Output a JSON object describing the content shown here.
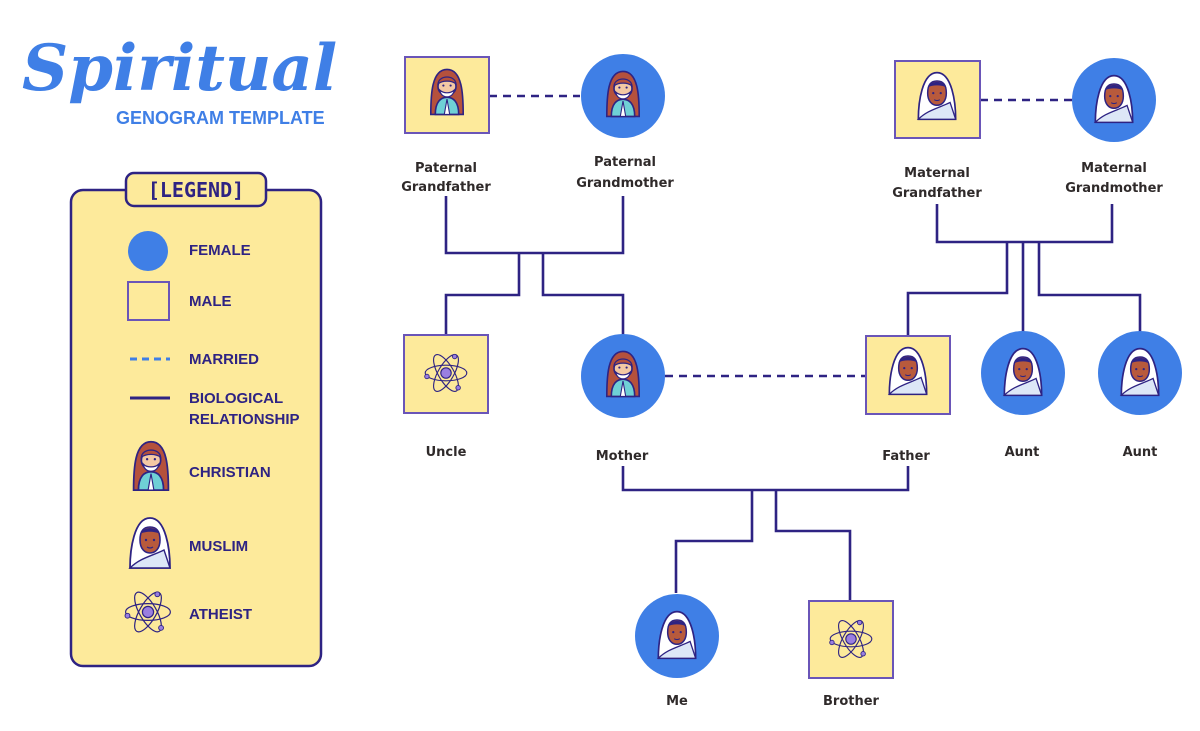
{
  "title": {
    "script": "Spiritual",
    "subtitle": "GENOGRAM TEMPLATE"
  },
  "legend": {
    "title": "[LEGEND]",
    "female": "FEMALE",
    "male": "MALE",
    "married": "MARRIED",
    "biological_1": "BIOLOGICAL",
    "biological_2": "RELATIONSHIP",
    "christian": "CHRISTIAN",
    "muslim": "MUSLIM",
    "atheist": "ATHEIST"
  },
  "people": {
    "pgf": {
      "line1": "Paternal",
      "line2": "Grandfather",
      "sex": "male",
      "religion": "christian"
    },
    "pgm": {
      "line1": "Paternal",
      "line2": "Grandmother",
      "sex": "female",
      "religion": "christian"
    },
    "mgf": {
      "line1": "Maternal",
      "line2": "Grandfather",
      "sex": "male",
      "religion": "muslim"
    },
    "mgm": {
      "line1": "Maternal",
      "line2": "Grandmother",
      "sex": "female",
      "religion": "muslim"
    },
    "uncle": {
      "label": "Uncle",
      "sex": "male",
      "religion": "atheist"
    },
    "mother": {
      "label": "Mother",
      "sex": "female",
      "religion": "christian"
    },
    "father": {
      "label": "Father",
      "sex": "male",
      "religion": "muslim"
    },
    "aunt1": {
      "label": "Aunt",
      "sex": "female",
      "religion": "muslim"
    },
    "aunt2": {
      "label": "Aunt",
      "sex": "female",
      "religion": "muslim"
    },
    "me": {
      "label": "Me",
      "sex": "female",
      "religion": "muslim"
    },
    "brother": {
      "label": "Brother",
      "sex": "male",
      "religion": "atheist"
    }
  },
  "colors": {
    "female_fill": "#3f7fe6",
    "male_fill": "#fdea9b",
    "male_border": "#6a55b8",
    "line": "#2e2383",
    "title_blue": "#3f7fe6",
    "legend_bg": "#fdea9b",
    "legend_border": "#2e2383",
    "legend_text": "#2e2383"
  }
}
